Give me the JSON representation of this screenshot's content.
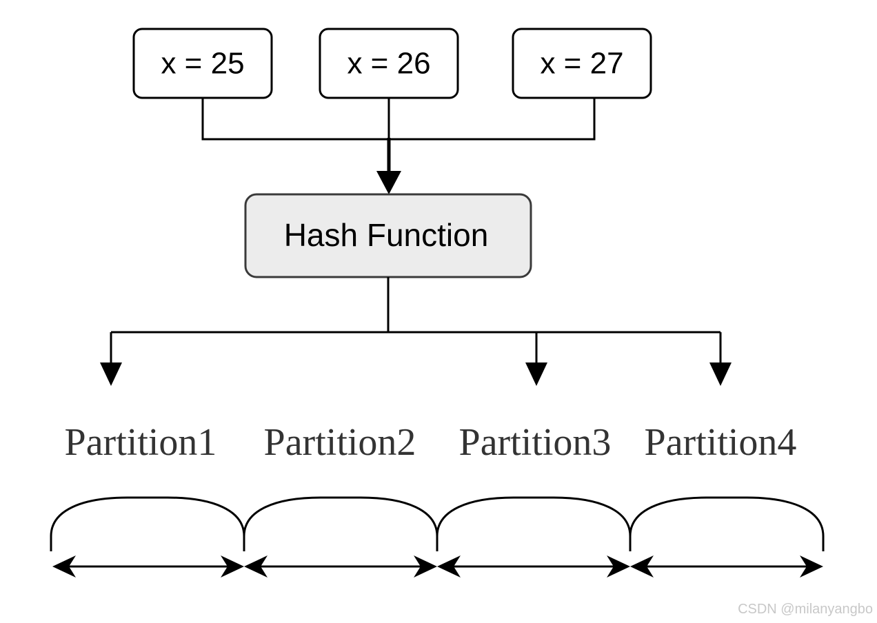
{
  "inputs": [
    {
      "label": "x = 25"
    },
    {
      "label": "x = 26"
    },
    {
      "label": "x = 27"
    }
  ],
  "hash_function": {
    "label": "Hash Function"
  },
  "partitions": [
    {
      "label": "Partition1"
    },
    {
      "label": "Partition2"
    },
    {
      "label": "Partition3"
    },
    {
      "label": "Partition4"
    }
  ],
  "watermark": "CSDN @milanyangbo",
  "colors": {
    "stroke": "#000000",
    "box_border": "#3a3a3a",
    "hash_fill": "#ececec",
    "partition_text": "#333333",
    "watermark": "#c8c8c8"
  }
}
